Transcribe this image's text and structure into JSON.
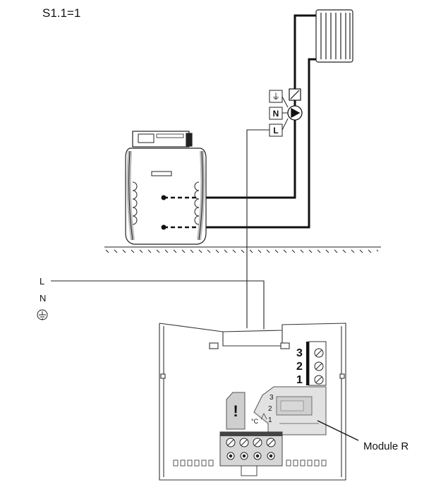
{
  "title": "S1.1=1",
  "supply": {
    "l": "L",
    "n": "N",
    "earth": "⏚"
  },
  "pump_terminals": {
    "earth": "⏚",
    "n": "N",
    "l": "L"
  },
  "module": {
    "terminals": [
      "3",
      "2",
      "1"
    ],
    "relay_labels": [
      "3",
      "2",
      "1"
    ],
    "temp_unit": "°C",
    "label": "Module R"
  },
  "warning_symbol": "!"
}
